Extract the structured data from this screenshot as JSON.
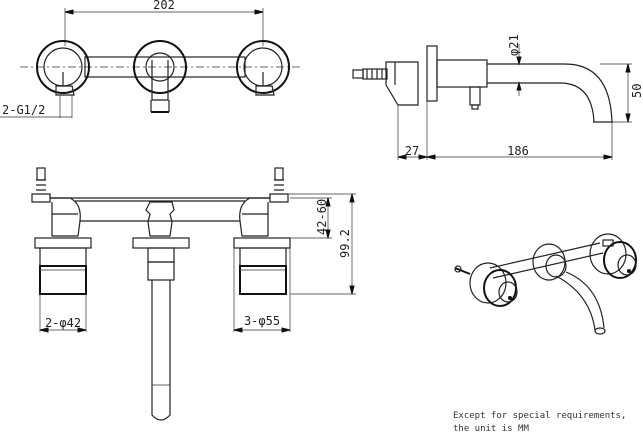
{
  "top_view": {
    "width_dim": "202",
    "thread_dim": "2-G1/2"
  },
  "side_view": {
    "diameter_dim": "φ21",
    "height_dim": "50",
    "wall_dim": "27",
    "reach_dim": "186"
  },
  "front_view": {
    "range_dim": "42-60",
    "total_dim": "99.2",
    "handle_dim": "2-φ42",
    "escutcheon_dim": "3-φ55"
  },
  "note": {
    "line1": "Except for special requirements,",
    "line2": "the unit is MM"
  }
}
